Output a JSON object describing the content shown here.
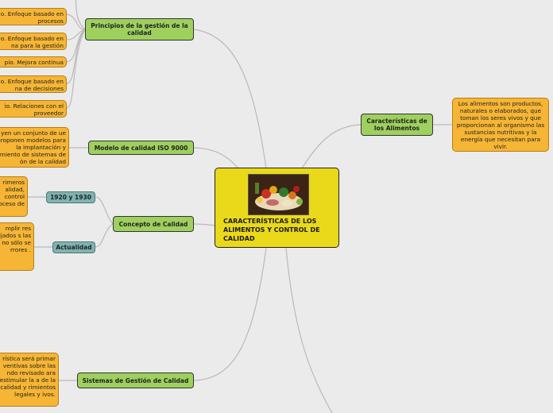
{
  "central": {
    "title": "CARACTERÍSTICAS DE LOS ALIMENTOS Y CONTROL DE CALIDAD",
    "image_alt": "food-photo"
  },
  "right": {
    "caracteristicas": "Características de los Alimentos",
    "caracteristicas_text": "Los alimentos son productos, naturales o elaborados, que toman los seres vivos y que proporcionan al organismo las sustancias nutritivas y la energía que necesitan para vivir."
  },
  "left": {
    "principios": "Principios de la gestión de la calidad",
    "principios_items": [
      "o. Enfoque basado en procesos",
      "o. Enfoque basado en na para la gestión",
      "pio. Mejora continua",
      "o. Enfoque basado en na de decisiones",
      "io. Relaciones con el proveedor"
    ],
    "modelo": "Modelo de calidad ISO 9000",
    "modelo_text": "yen un conjunto de ue proponen modelos para la implantación y miento de sistemas de ón de la calidad",
    "concepto": "Concepto de Calidad",
    "era_1920": "1920 y 1930",
    "era_1920_text": "rimeros alidad, control oceso de",
    "actualidad": "Actualidad",
    "actualidad_text": "mplir res fijados s las no sólo se rrores .",
    "sistemas": "Sistemas de Gestión de Calidad",
    "sistemas_text": "rística será primar ventivas sobre las ndo revisado ara estimular la a de la calidad y rimientos legales y ivos."
  }
}
